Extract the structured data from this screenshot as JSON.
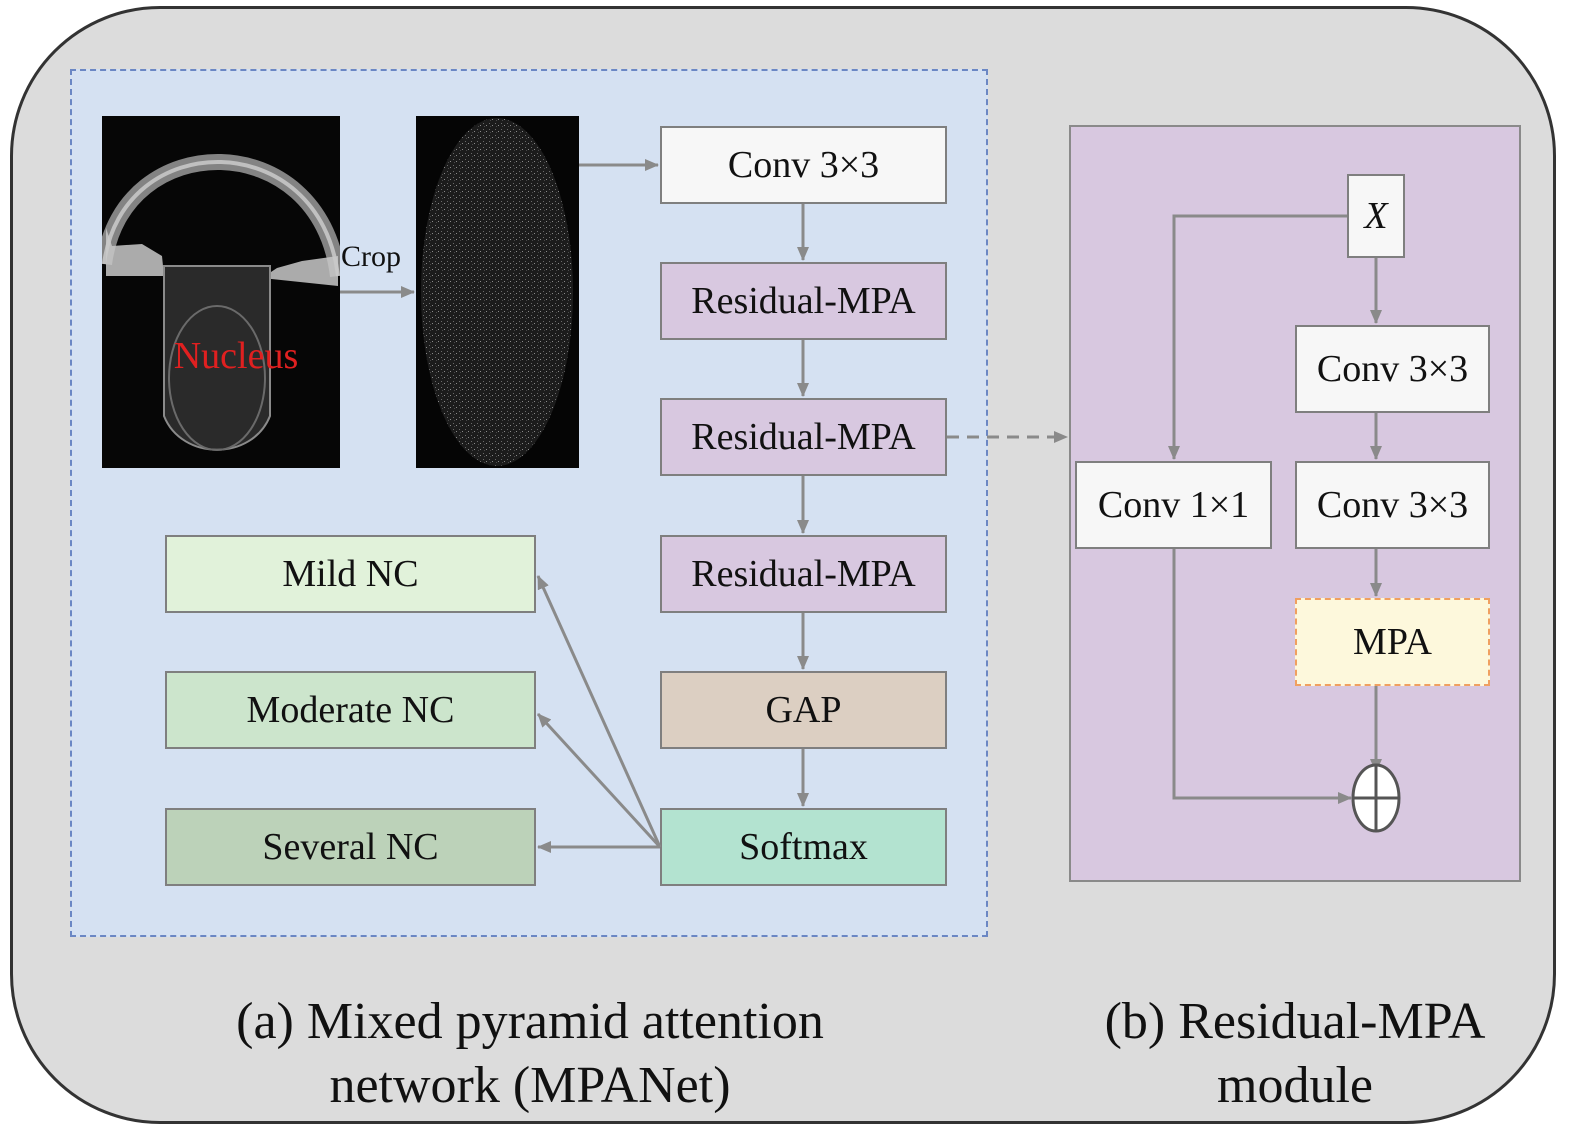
{
  "panel_a": {
    "image_label": "Nucleus",
    "crop_label": "Crop",
    "pipeline": [
      "Conv 3×3",
      "Residual-MPA",
      "Residual-MPA",
      "Residual-MPA",
      "GAP",
      "Softmax"
    ],
    "outputs": [
      "Mild NC",
      "Moderate NC",
      "Several NC"
    ],
    "caption_line1": "(a) Mixed pyramid attention",
    "caption_line2": "network (MPANet)"
  },
  "panel_b": {
    "input": "X",
    "conv_shortcut": "Conv 1×1",
    "conv_a": "Conv 3×3",
    "conv_b": "Conv 3×3",
    "mpa": "MPA",
    "sum_symbol": "⊕",
    "caption_line1": "(b) Residual-MPA",
    "caption_line2": "module"
  },
  "colors": {
    "background": "#dcdcdc",
    "panel_a_fill": "#d5e1f2",
    "panel_b_fill": "#d8c8e0",
    "conv_fill": "#f7f7f7",
    "residual_fill": "#d8c8e0",
    "gap_fill": "#dccfc2",
    "softmax_fill": "#b3e3d0",
    "mild_fill": "#e1f2da",
    "moderate_fill": "#cce5cc",
    "several_fill": "#bcd2b9",
    "mpa_fill": "#fdf8dc",
    "nucleus_text": "#e02020",
    "arrow": "#8a8a8a"
  }
}
